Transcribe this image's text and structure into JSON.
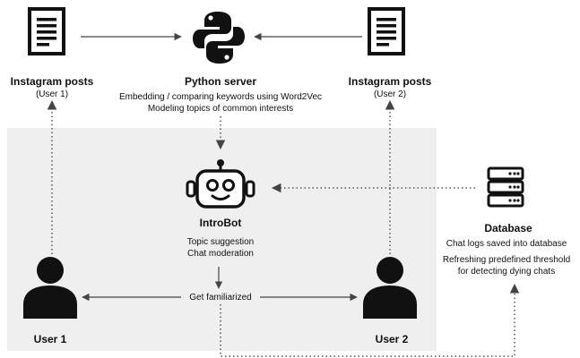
{
  "colors": {
    "panel": "#efefef",
    "ink": "#111111",
    "line": "#444444"
  },
  "nodes": {
    "instagram_user1": {
      "title": "Instagram posts",
      "sub": "(User 1)",
      "icon": "document-icon"
    },
    "python_server": {
      "title": "Python server",
      "lines": [
        "Embedding / comparing keywords using Word2Vec",
        "Modeling topics of common interests"
      ],
      "icon": "python-logo-icon"
    },
    "instagram_user2": {
      "title": "Instagram posts",
      "sub": "(User 2)",
      "icon": "document-icon"
    },
    "introbot": {
      "title": "IntroBot",
      "lines": [
        "Topic suggestion",
        "Chat moderation"
      ],
      "icon": "robot-icon"
    },
    "database": {
      "title": "Database",
      "lines": [
        "Chat logs saved into database",
        "Refreshing predefined threshold",
        "for detecting dying chats"
      ],
      "icon": "database-server-icon"
    },
    "user1": {
      "title": "User 1",
      "icon": "person-icon"
    },
    "user2": {
      "title": "User 2",
      "icon": "person-icon"
    }
  },
  "edges": {
    "get_familiarized": "Get familiarized"
  }
}
